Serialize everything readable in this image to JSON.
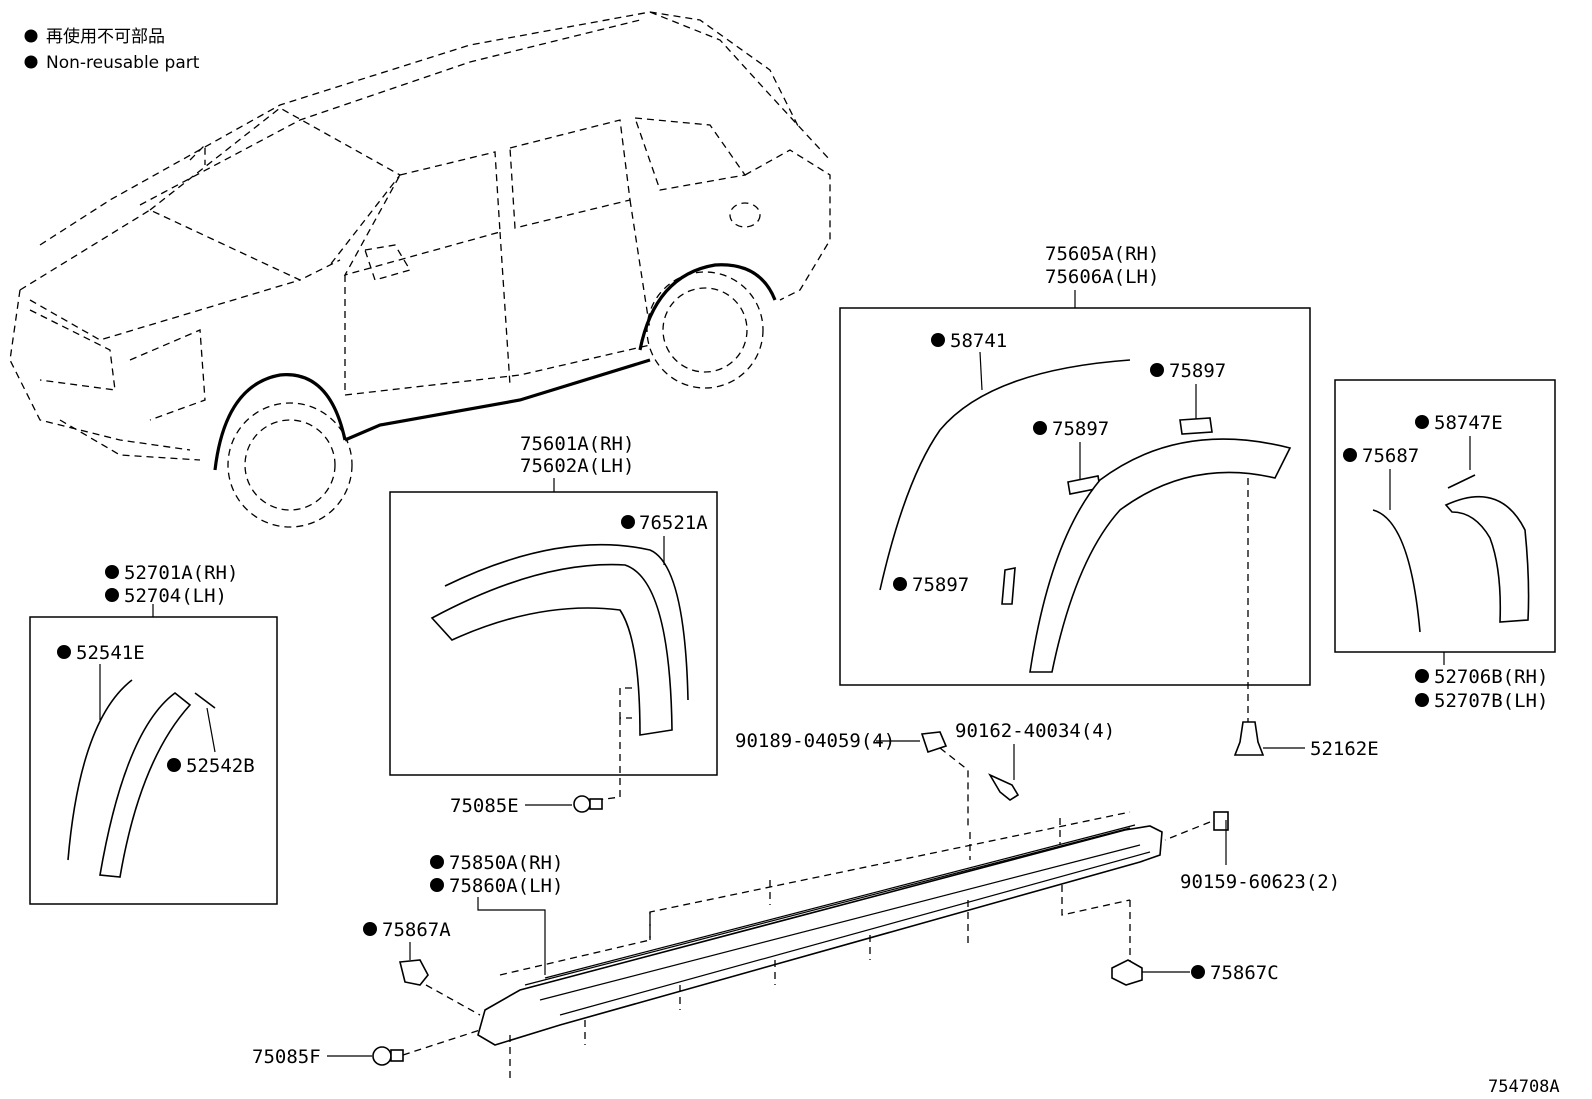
{
  "legend": {
    "line1": "再使用不可部品",
    "line2": "Non-reusable part"
  },
  "labels": {
    "p75605A": "75605A(RH)",
    "p75606A": "75606A(LH)",
    "p58741": "58741",
    "p75897_a": "75897",
    "p75897_b": "75897",
    "p75897_c": "75897",
    "p58747E": "58747E",
    "p75687": "75687",
    "p52706B": "52706B(RH)",
    "p52707B": "52707B(LH)",
    "p75601A": "75601A(RH)",
    "p75602A": "75602A(LH)",
    "p76521A": "76521A",
    "p52701A": "52701A(RH)",
    "p52704": "52704(LH)",
    "p52541E": "52541E",
    "p52542B": "52542B",
    "p75085E": "75085E",
    "p90189": "90189-04059(4)",
    "p90162": "90162-40034(4)",
    "p52162E": "52162E",
    "p90159": "90159-60623(2)",
    "p75850A": "75850A(RH)",
    "p75860A": "75860A(LH)",
    "p75867A": "75867A",
    "p75867C": "75867C",
    "p75085F": "75085F",
    "figure_id": "754708A"
  }
}
